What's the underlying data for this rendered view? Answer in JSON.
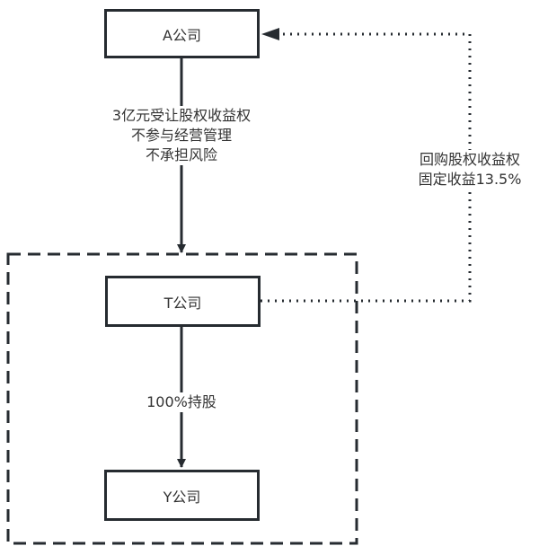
{
  "nodes": {
    "a_company": "A公司",
    "t_company": "T公司",
    "y_company": "Y公司"
  },
  "edges": {
    "a_to_t": {
      "lines": [
        "3亿元受让股权收益权",
        "不参与经营管理",
        "不承担风险"
      ]
    },
    "t_to_y": {
      "label": "100%持股"
    },
    "t_to_a_buyback": {
      "lines": [
        "回购股权收益权",
        "固定收益13.5%"
      ]
    }
  },
  "colors": {
    "stroke": "#262b30",
    "text": "#333333"
  }
}
